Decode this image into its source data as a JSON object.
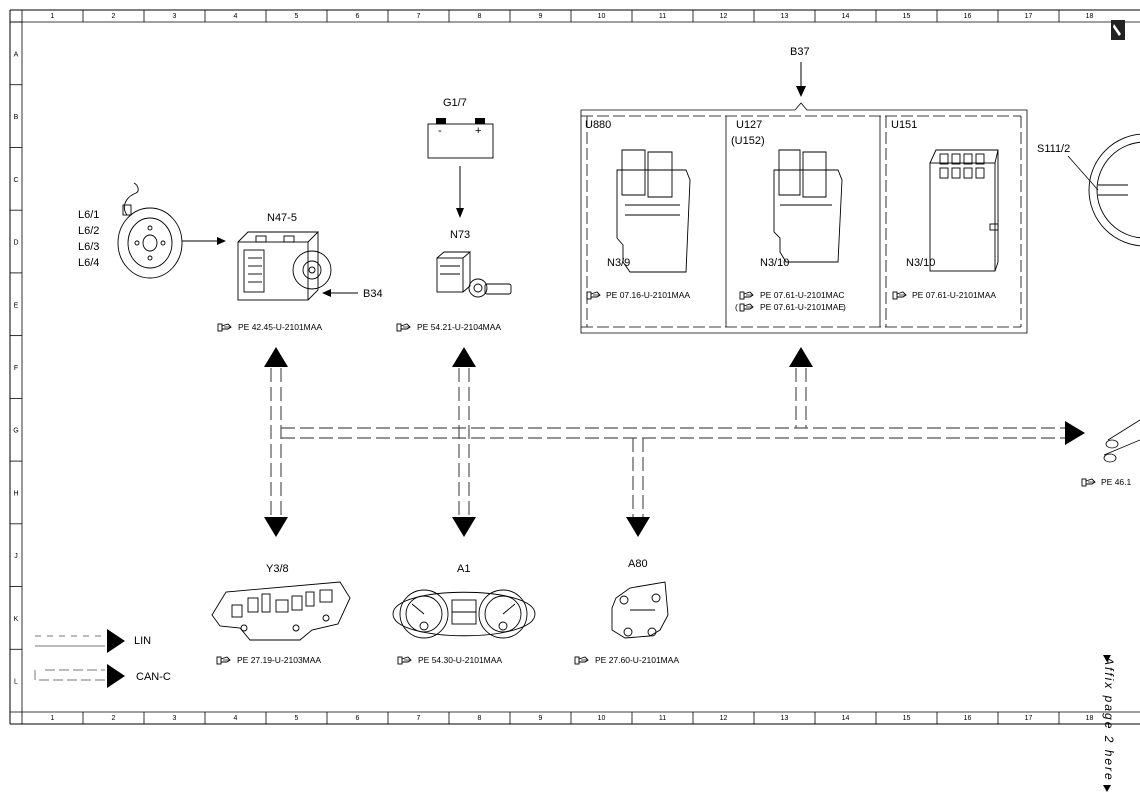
{
  "grid": {
    "columns": [
      "1",
      "2",
      "3",
      "4",
      "5",
      "6",
      "7",
      "8",
      "9",
      "10",
      "11",
      "12",
      "13",
      "14",
      "15",
      "16",
      "17",
      "18"
    ],
    "rows": [
      "A",
      "B",
      "C",
      "D",
      "E",
      "F",
      "G",
      "H",
      "J",
      "K",
      "L"
    ]
  },
  "components": {
    "L6_1": "L6/1",
    "L6_2": "L6/2",
    "L6_3": "L6/3",
    "L6_4": "L6/4",
    "N47_5": "N47-5",
    "B34": "B34",
    "G1_7": "G1/7",
    "batt_minus": "-",
    "batt_plus": "+",
    "N73": "N73",
    "B37": "B37",
    "U880": "U880",
    "N3_9": "N3/9",
    "U127": "U127",
    "U152": "(U152)",
    "N3_10_a": "N3/10",
    "U151": "U151",
    "N3_10_b": "N3/10",
    "S111_2": "S111/2",
    "Y3_8": "Y3/8",
    "A1": "A1",
    "A80": "A80"
  },
  "refs": {
    "n47": "PE 42.45-U-2101MAA",
    "n73": "PE 54.21-U-2104MAA",
    "u880": "PE 07.16-U-2101MAA",
    "u127_a": "PE 07.61-U-2101MAC",
    "u127_b": "PE 07.61-U-2101MAE",
    "u151": "PE 07.61-U-2101MAA",
    "right_cut": "PE 46.1",
    "y38": "PE 27.19-U-2103MAA",
    "a1": "PE 54.30-U-2101MAA",
    "a80": "PE 27.60-U-2101MAA"
  },
  "legend": {
    "lin": "LIN",
    "can": "CAN-C"
  },
  "affix_note": "Affix page 2 here"
}
